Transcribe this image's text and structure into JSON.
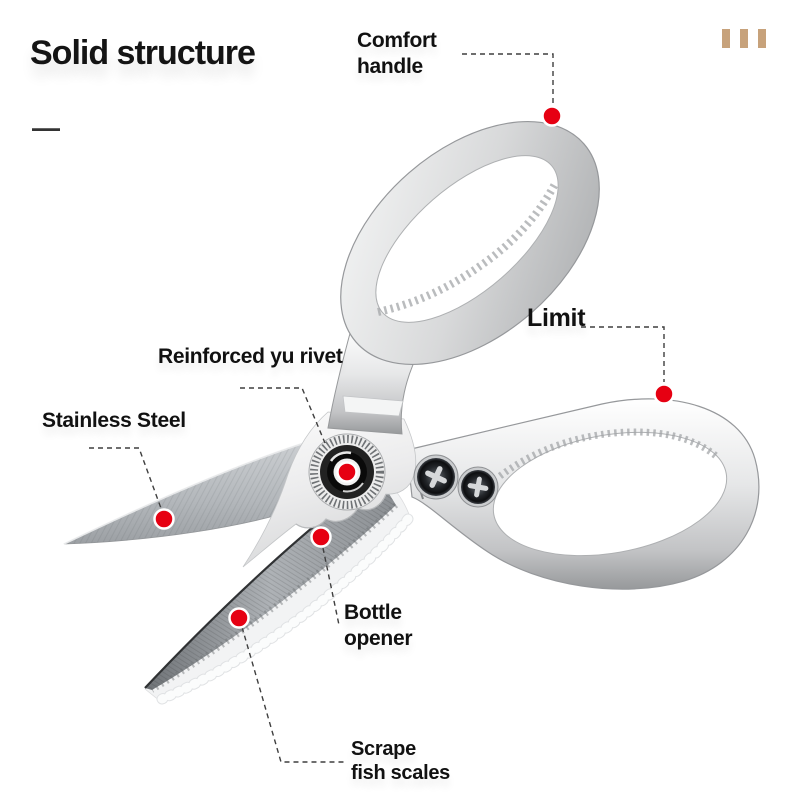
{
  "header": {
    "title": "Solid structure",
    "underline_mark": "—"
  },
  "decor": {
    "corner_bar_count": 3,
    "corner_bar_color": "#c7a27b"
  },
  "colors": {
    "accent_red": "#e60012",
    "label_text": "#111111",
    "callout_line": "#3f3f3f",
    "metal_light": "#f5f6f6",
    "metal_dark": "#97999b",
    "blade_gray": "#aeb2b6"
  },
  "callouts": {
    "comfort_handle": {
      "lines": [
        "Comfort",
        "handle"
      ]
    },
    "limit": {
      "lines": [
        "Limit"
      ]
    },
    "reinforced_rivet": {
      "lines": [
        "Reinforced yu rivet"
      ]
    },
    "stainless_steel": {
      "lines": [
        "Stainless Steel"
      ]
    },
    "bottle_opener": {
      "lines": [
        "Bottle",
        "opener"
      ]
    },
    "scrape_fish_scales": {
      "lines": [
        "Scrape",
        "fish scales"
      ]
    }
  }
}
